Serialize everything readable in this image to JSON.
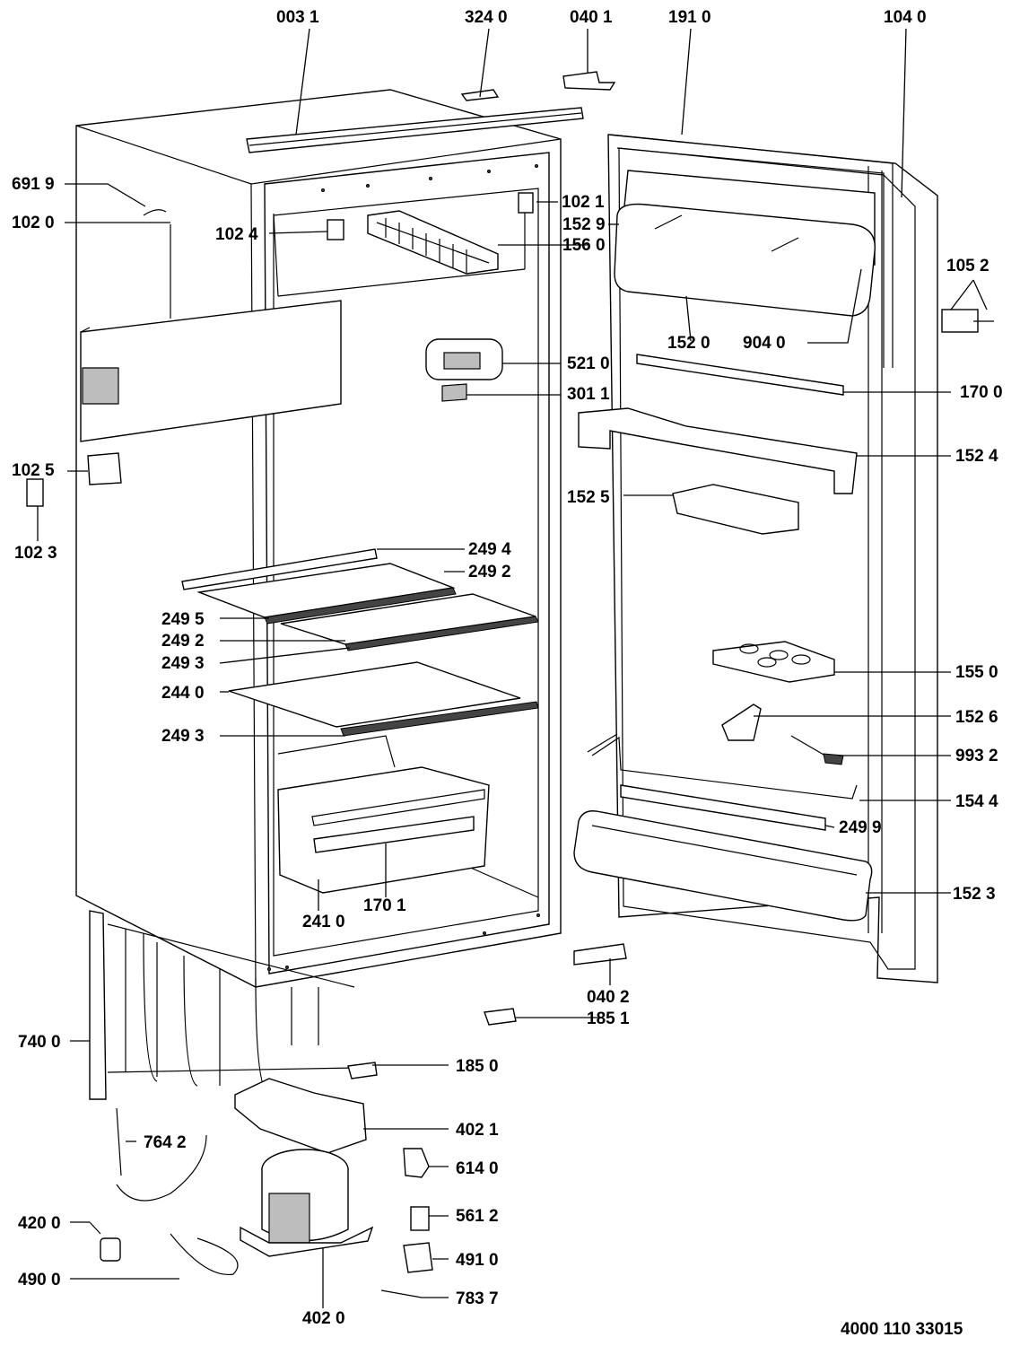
{
  "colors": {
    "background": "#ffffff",
    "line": "#000000",
    "shade": "#bdbdbd"
  },
  "labels": {
    "p0031": "003 1",
    "p3240": "324 0",
    "p0401": "040 1",
    "p1910": "191 0",
    "p1040": "104 0",
    "p6919": "691 9",
    "p1020": "102 0",
    "p1024": "102 4",
    "p1021": "102 1",
    "p1529": "152 9",
    "p1560": "156 0",
    "p1052": "105 2",
    "p1520": "152 0",
    "p9040": "904 0",
    "p5210": "521 0",
    "p3011": "301 1",
    "p1700": "170 0",
    "p1025": "102 5",
    "p1524": "152 4",
    "p1023": "102 3",
    "p1525": "152 5",
    "p2494": "249 4",
    "p2492a": "249 2",
    "p2495": "249 5",
    "p2492b": "249 2",
    "p2493a": "249 3",
    "p2440": "244 0",
    "p1550": "155 0",
    "p2493b": "249 3",
    "p1526": "152 6",
    "p9932": "993 2",
    "p1544": "154 4",
    "p2499": "249 9",
    "p1523": "152 3",
    "p2410": "241 0",
    "p1701": "170 1",
    "p0402": "040 2",
    "p1851": "185 1",
    "p7400": "740 0",
    "p1850": "185 0",
    "p4021": "402 1",
    "p7642": "764 2",
    "p6140": "614 0",
    "p5612": "561 2",
    "p4200": "420 0",
    "p4910": "491 0",
    "p4900": "490 0",
    "p7837": "783 7",
    "p4020": "402 0"
  },
  "footer": {
    "document_number": "4000 110 33015"
  }
}
